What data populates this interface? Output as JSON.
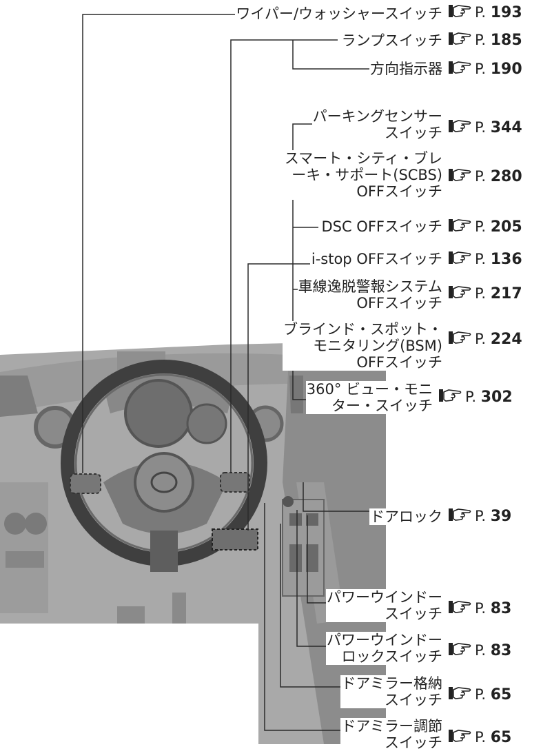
{
  "colors": {
    "line": "#2a2a2a",
    "text": "#222222",
    "photo_bg": "#a9a9a9",
    "photo_dark": "#8a8a8a"
  },
  "ref_icon": "pointing-hand-icon",
  "ref_prefix": "P.",
  "callouts": [
    {
      "id": "wiper",
      "lines": [
        "ワイパー/ウォッシャースイッチ"
      ],
      "page": "193"
    },
    {
      "id": "lamp",
      "lines": [
        "ランプスイッチ"
      ],
      "page": "185"
    },
    {
      "id": "turn",
      "lines": [
        "方向指示器"
      ],
      "page": "190"
    },
    {
      "id": "parking",
      "lines": [
        "パーキングセンサー",
        "スイッチ"
      ],
      "page": "344"
    },
    {
      "id": "scbs",
      "lines": [
        "スマート・シティ・ブレ",
        "ーキ・サポート(SCBS)",
        "OFFスイッチ"
      ],
      "page": "280"
    },
    {
      "id": "dsc",
      "lines": [
        "DSC OFFスイッチ"
      ],
      "page": "205"
    },
    {
      "id": "istop",
      "lines": [
        "i-stop OFFスイッチ"
      ],
      "page": "136"
    },
    {
      "id": "lane",
      "lines": [
        "車線逸脱警報システム",
        "OFFスイッチ"
      ],
      "page": "217"
    },
    {
      "id": "bsm",
      "lines": [
        "ブラインド・スポット・",
        "モニタリング(BSM)",
        "OFFスイッチ"
      ],
      "page": "224"
    },
    {
      "id": "view360",
      "lines": [
        "360° ビュー・モニ",
        "ター・スイッチ"
      ],
      "page": "302"
    },
    {
      "id": "door-lock",
      "lines": [
        "ドアロック"
      ],
      "page": "39"
    },
    {
      "id": "power-window",
      "lines": [
        "パワーウインドー",
        "スイッチ"
      ],
      "page": "83"
    },
    {
      "id": "window-lock",
      "lines": [
        "パワーウインドー",
        "ロックスイッチ"
      ],
      "page": "83"
    },
    {
      "id": "mirror-fold",
      "lines": [
        "ドアミラー格納",
        "スイッチ"
      ],
      "page": "65"
    },
    {
      "id": "mirror-adjust",
      "lines": [
        "ドアミラー調節",
        "スイッチ"
      ],
      "page": "65"
    }
  ]
}
